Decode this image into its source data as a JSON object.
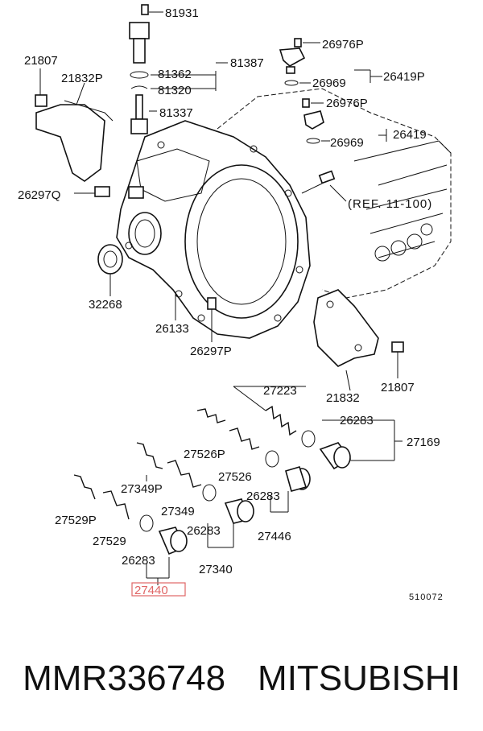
{
  "diagram": {
    "labels": {
      "p81931": "81931",
      "p81387": "81387",
      "p81362": "81362",
      "p81320": "81320",
      "p81337": "81337",
      "p21807a": "21807",
      "p21832P": "21832P",
      "p26297Q": "26297Q",
      "p26976Pa": "26976P",
      "p26419P": "26419P",
      "p26969a": "26969",
      "p26976Pb": "26976P",
      "p26419": "26419",
      "p26969b": "26969",
      "ref": "(REF. 11-100)",
      "p32268": "32268",
      "p26133": "26133",
      "p26297P": "26297P",
      "p21832": "21832",
      "p21807b": "21807",
      "p27223": "27223",
      "p26283a": "26283",
      "p27169": "27169",
      "p27526P": "27526P",
      "p27526": "27526",
      "p26283b": "26283",
      "p27349P": "27349P",
      "p27349": "27349",
      "p27446": "27446",
      "p27529P": "27529P",
      "p26283c": "26283",
      "p27529": "27529",
      "p26283d": "26283",
      "p27340": "27340",
      "p27440": "27440",
      "code": "510072"
    },
    "highlight_color": "#e06666"
  },
  "caption": {
    "part_number": "MMR336748",
    "brand": "MITSUBISHI"
  }
}
